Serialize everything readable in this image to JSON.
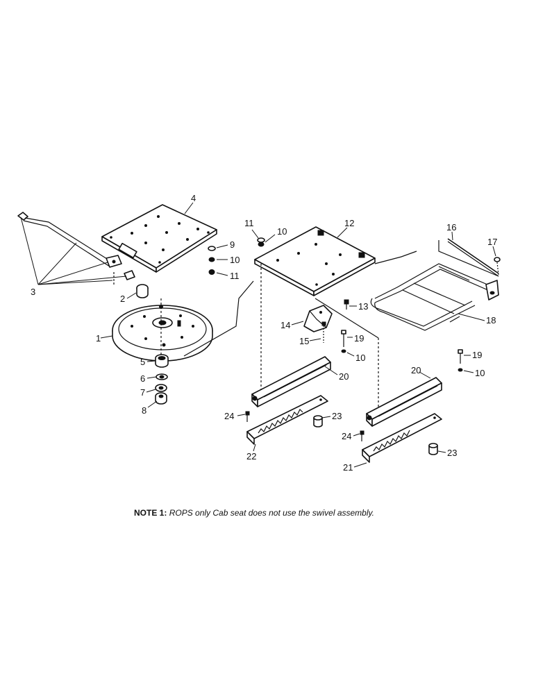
{
  "callouts": {
    "c1": "1",
    "c2": "2",
    "c3": "3",
    "c4": "4",
    "c5": "5",
    "c6": "6",
    "c7": "7",
    "c8": "8",
    "c9": "9",
    "c10": "10",
    "c11": "11",
    "c12": "12",
    "c13": "13",
    "c14": "14",
    "c15": "15",
    "c16": "16",
    "c17": "17",
    "c18": "18",
    "c19": "19",
    "c20": "20",
    "c21": "21",
    "c22": "22",
    "c23": "23",
    "c24": "24"
  },
  "note": {
    "label": "NOTE 1:",
    "text": "ROPS only Cab seat does not use the swivel assembly."
  }
}
